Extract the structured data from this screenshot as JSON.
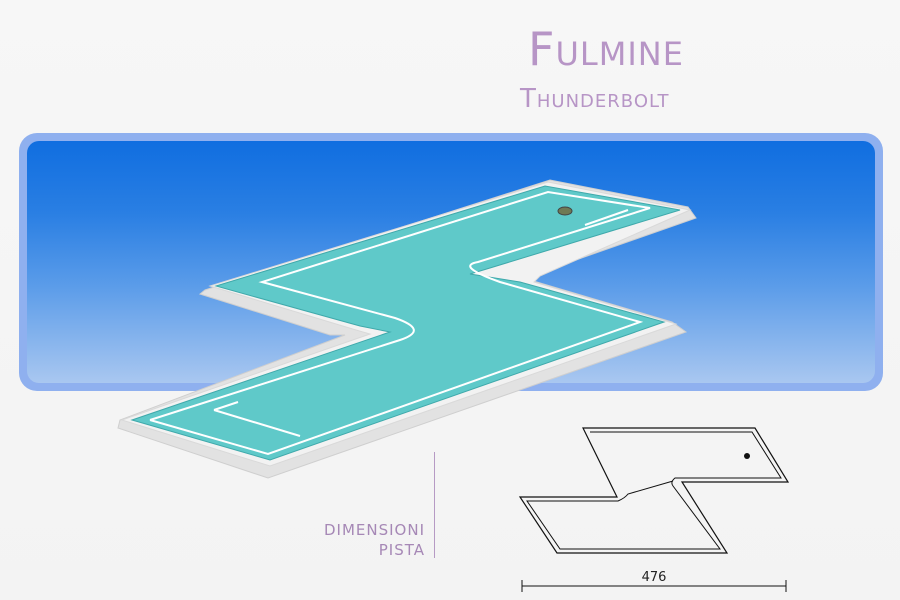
{
  "header": {
    "title": "Fulmine",
    "subtitle": "Thunderbolt"
  },
  "info": {
    "dimensions_label_line1": "DIMENSIONI",
    "dimensions_label_line2": "PISTA",
    "width_value": "476"
  },
  "colors": {
    "title": "#b795c6",
    "panel_frame": "#8fb0ef",
    "sky_top": "#106ee0",
    "sky_bottom": "#a9c7f0",
    "felt": "#5fc9c9",
    "border": "#ececec"
  },
  "icons": {
    "hole": "hole-icon",
    "plan_hole": "plan-hole-icon"
  }
}
